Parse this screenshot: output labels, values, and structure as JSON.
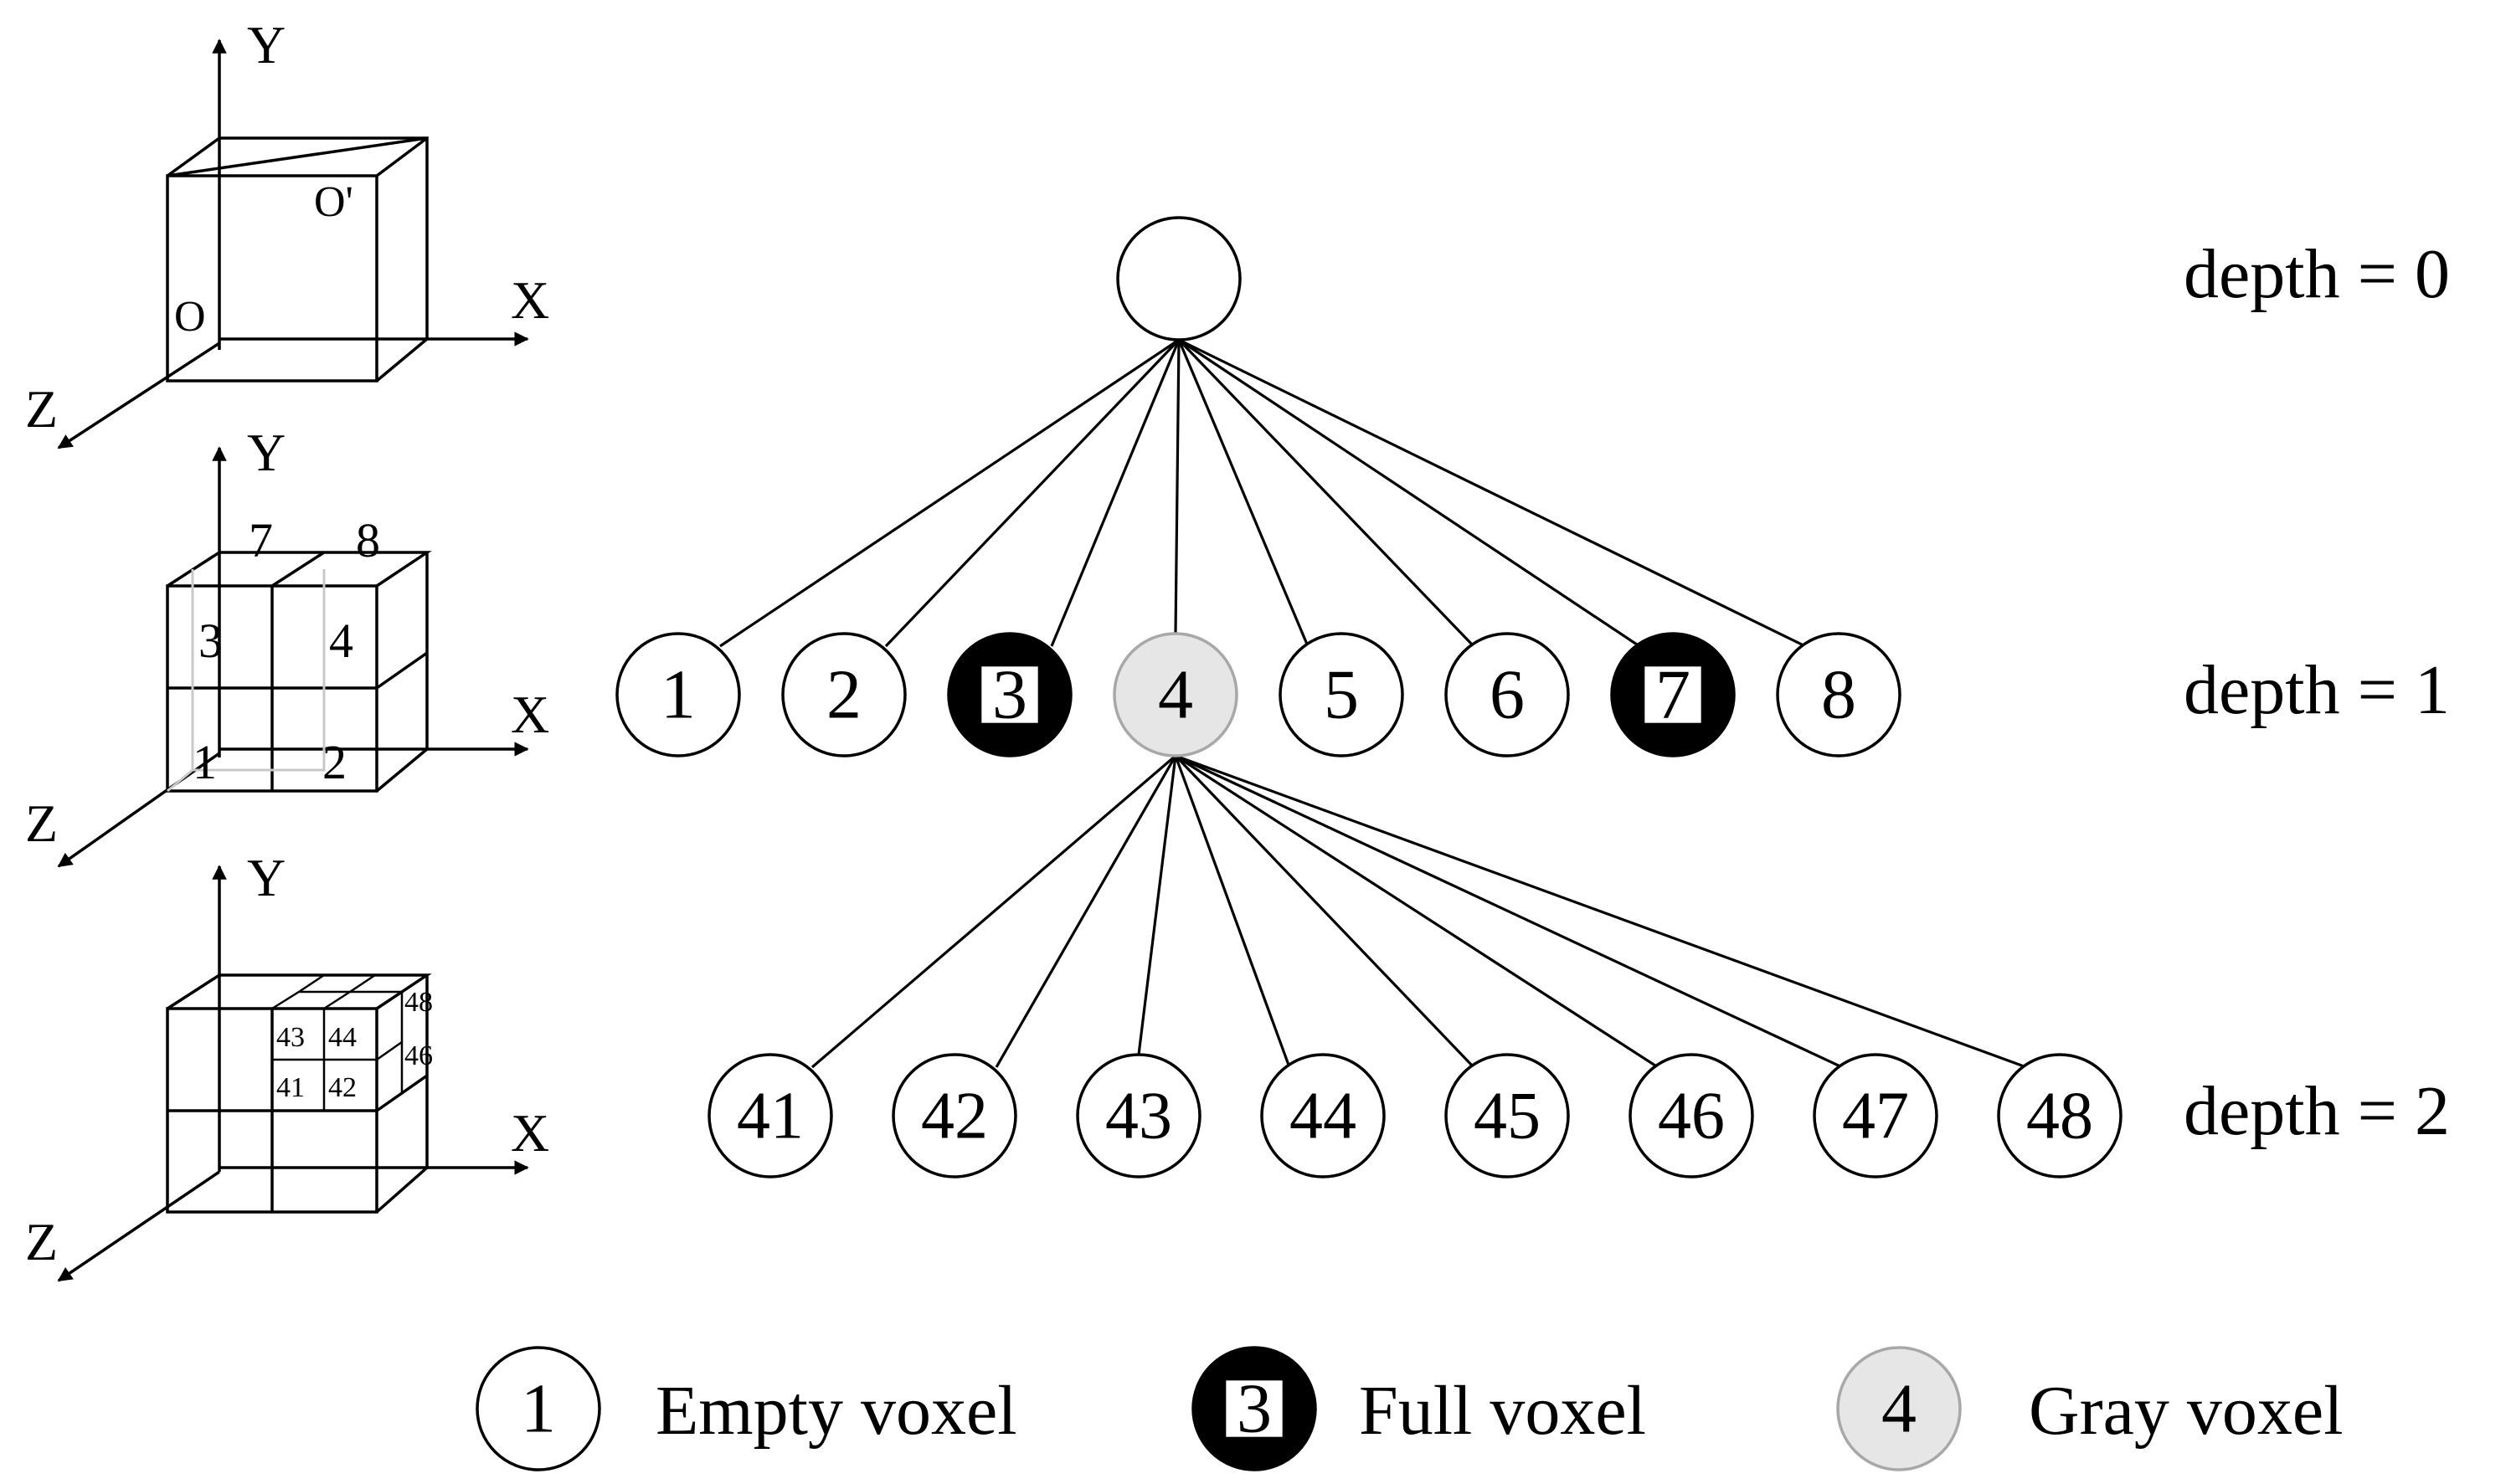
{
  "cubes": {
    "axes": {
      "x": "X",
      "y": "Y",
      "z": "Z"
    },
    "origin_label": "O",
    "origin_prime_label": "O'",
    "level1_cells": [
      "1",
      "2",
      "3",
      "4",
      "7",
      "8"
    ],
    "level2_cells": [
      "41",
      "42",
      "43",
      "44",
      "46",
      "48"
    ]
  },
  "tree": {
    "depth_labels": [
      "depth = 0",
      "depth = 1",
      "depth = 2"
    ],
    "level1_nodes": [
      {
        "label": "1",
        "state": "empty"
      },
      {
        "label": "2",
        "state": "empty"
      },
      {
        "label": "3",
        "state": "full"
      },
      {
        "label": "4",
        "state": "gray"
      },
      {
        "label": "5",
        "state": "empty"
      },
      {
        "label": "6",
        "state": "empty"
      },
      {
        "label": "7",
        "state": "full"
      },
      {
        "label": "8",
        "state": "empty"
      }
    ],
    "level2_nodes": [
      {
        "label": "41",
        "state": "empty"
      },
      {
        "label": "42",
        "state": "empty"
      },
      {
        "label": "43",
        "state": "empty"
      },
      {
        "label": "44",
        "state": "empty"
      },
      {
        "label": "45",
        "state": "empty"
      },
      {
        "label": "46",
        "state": "empty"
      },
      {
        "label": "47",
        "state": "empty"
      },
      {
        "label": "48",
        "state": "empty"
      }
    ]
  },
  "legend": [
    {
      "symbol": "1",
      "state": "empty",
      "label": "Empty voxel"
    },
    {
      "symbol": "3",
      "state": "full",
      "label": "Full voxel"
    },
    {
      "symbol": "4",
      "state": "gray",
      "label": "Gray voxel"
    }
  ],
  "colors": {
    "gray_fill": "#e6e6e6",
    "full_fill": "#000000",
    "line": "#000000"
  }
}
